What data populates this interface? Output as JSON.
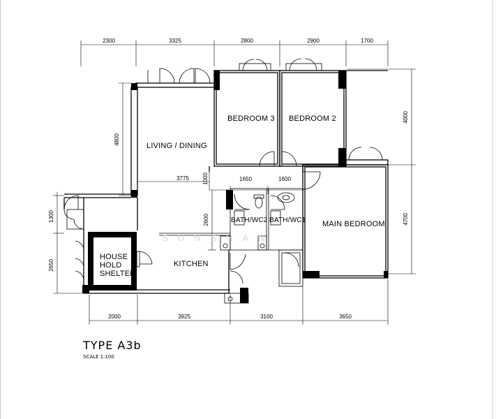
{
  "title": "TYPE A3b",
  "scale": "SCALE 1:100",
  "watermark": "SUNSHAN",
  "rooms": {
    "bedroom3": "BEDROOM 3",
    "bedroom2": "BEDROOM 2",
    "living": "LIVING / DINING",
    "main_bedroom": "MAIN BEDROOM",
    "kitchen": "KITCHEN",
    "bath_wc2": "BATH/WC2",
    "bath_wc1": "BATH/WC1",
    "shelter_1": "HOUSE",
    "shelter_2": "HOLD",
    "shelter_3": "SHELTER"
  },
  "dims_top": [
    "2300",
    "3325",
    "2800",
    "2900",
    "1700"
  ],
  "dims_bottom": [
    "2000",
    "3925",
    "3100",
    "3650"
  ],
  "dims_right": [
    "4000",
    "4700"
  ],
  "dims_left": [
    "4800",
    "1300",
    "2650"
  ],
  "dims_inner": {
    "living_width": "3775",
    "corridor": "1000",
    "bath2_width": "1650",
    "bath1_width": "1600",
    "bath_height": "2600"
  }
}
